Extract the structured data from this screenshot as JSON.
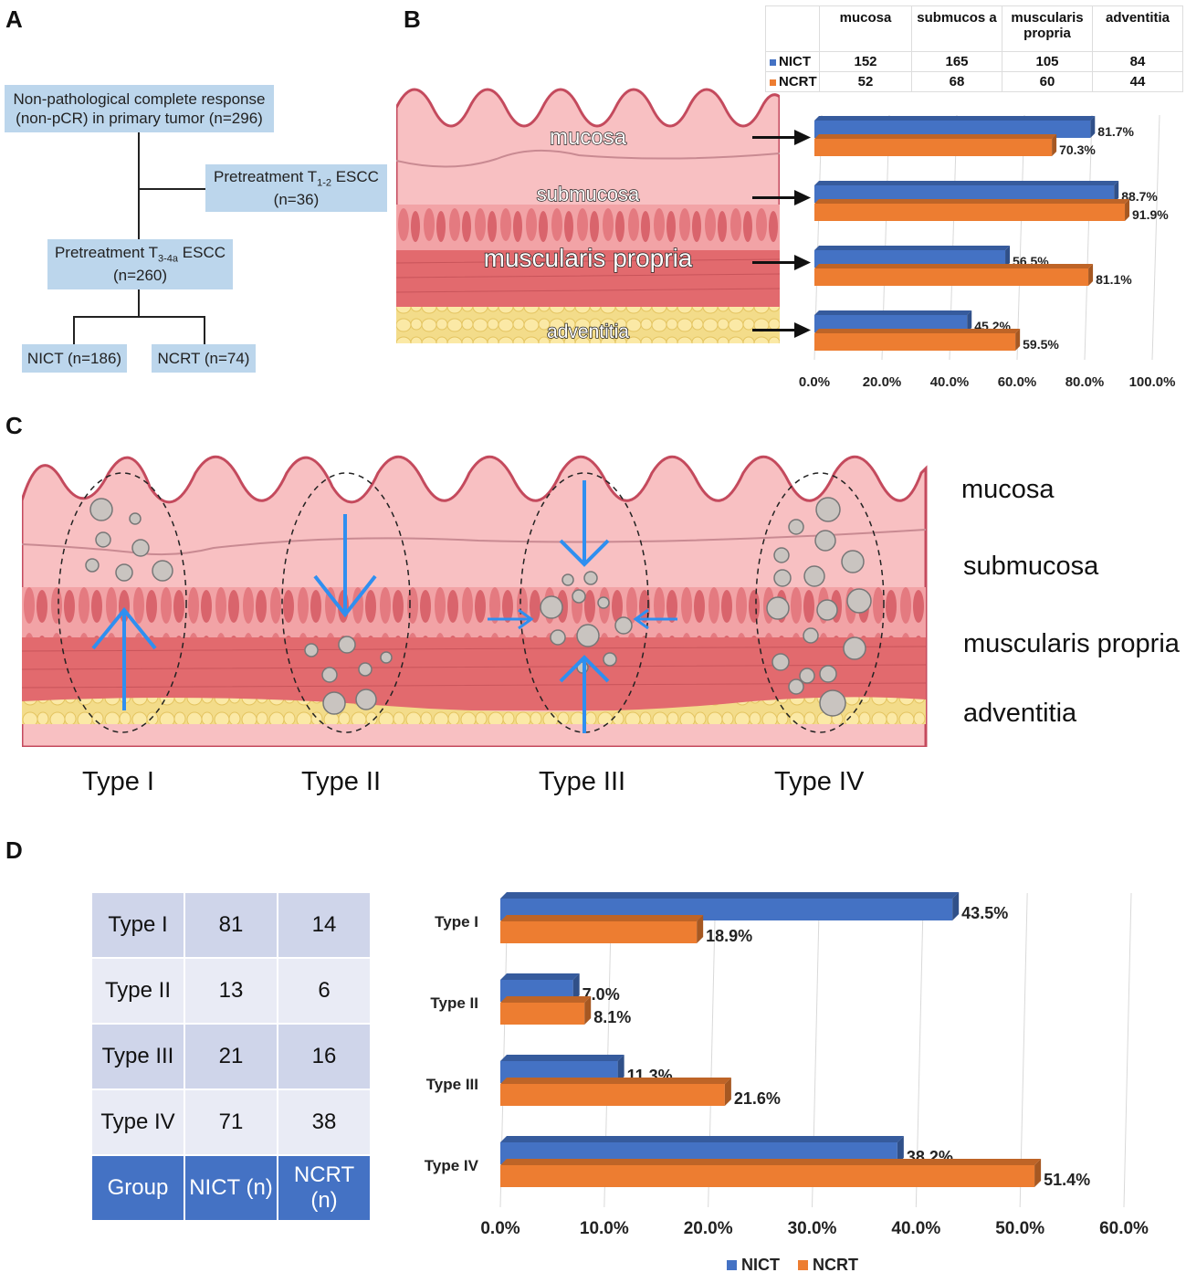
{
  "panels": {
    "a": "A",
    "b": "B",
    "c": "C",
    "d": "D"
  },
  "flowchart": {
    "root": "Non-pathological complete response (non-pCR) in primary tumor (n=296)",
    "excluded_main": "Pretreatment T",
    "excluded_sub": "1-2",
    "excluded_tail": " ESCC",
    "excluded_n": "(n=36)",
    "included_main": "Pretreatment T",
    "included_sub": "3-4a",
    "included_tail": " ESCC",
    "included_n": "(n=260)",
    "nict": "NICT (n=186)",
    "ncrt": "NCRT (n=74)"
  },
  "panel_b": {
    "layer_labels": [
      "mucosa",
      "submucosa",
      "muscularis propria",
      "adventitia"
    ],
    "table": {
      "headers": [
        "mucosa",
        "submucos a",
        "muscularis propria",
        "adventitia"
      ],
      "rows": [
        {
          "group": "NICT",
          "values": [
            "152",
            "165",
            "105",
            "84"
          ]
        },
        {
          "group": "NCRT",
          "values": [
            "52",
            "68",
            "60",
            "44"
          ]
        }
      ]
    }
  },
  "panel_c": {
    "layer_labels": [
      "mucosa",
      "submucosa",
      "muscularis propria",
      "adventitia"
    ],
    "types": [
      "Type I",
      "Type II",
      "Type III",
      "Type IV"
    ]
  },
  "panel_d": {
    "table": {
      "header": [
        "Group",
        "NICT (n)",
        "NCRT (n)"
      ],
      "rows": [
        [
          "Type I",
          "81",
          "14"
        ],
        [
          "Type II",
          "13",
          "6"
        ],
        [
          "Type III",
          "21",
          "16"
        ],
        [
          "Type IV",
          "71",
          "38"
        ]
      ]
    }
  },
  "colors": {
    "nict": "#4472c4",
    "ncrt": "#ed7d31",
    "box": "#bcd6ec",
    "table_dark": "#4472c4",
    "table_light": "#cfd5ea"
  },
  "chart_data": [
    {
      "type": "bar",
      "orientation": "horizontal",
      "categories": [
        "mucosa",
        "submucosa",
        "muscularis propria",
        "adventitia"
      ],
      "series": [
        {
          "name": "NICT",
          "values": [
            81.7,
            88.7,
            56.5,
            45.2
          ],
          "labels": [
            "81.7%",
            "88.7%",
            "56.5%",
            "45.2%"
          ]
        },
        {
          "name": "NCRT",
          "values": [
            70.3,
            91.9,
            81.1,
            59.5
          ],
          "labels": [
            "70.3%",
            "91.9%",
            "81.1%",
            "59.5%"
          ]
        }
      ],
      "xlim": [
        0,
        100
      ],
      "ticks": [
        "0.0%",
        "20.0%",
        "40.0%",
        "60.0%",
        "80.0%",
        "100.0%"
      ],
      "grid": true
    },
    {
      "type": "bar",
      "orientation": "horizontal",
      "categories": [
        "Type I",
        "Type II",
        "Type III",
        "Type IV"
      ],
      "series": [
        {
          "name": "NICT",
          "values": [
            43.5,
            7.0,
            11.3,
            38.2
          ],
          "labels": [
            "43.5%",
            "7.0%",
            "11.3%",
            "38.2%"
          ]
        },
        {
          "name": "NCRT",
          "values": [
            18.9,
            8.1,
            21.6,
            51.4
          ],
          "labels": [
            "18.9%",
            "8.1%",
            "21.6%",
            "51.4%"
          ]
        }
      ],
      "xlim": [
        0,
        60
      ],
      "ticks": [
        "0.0%",
        "10.0%",
        "20.0%",
        "30.0%",
        "40.0%",
        "50.0%",
        "60.0%"
      ],
      "grid": true,
      "legend": "bottom"
    }
  ]
}
